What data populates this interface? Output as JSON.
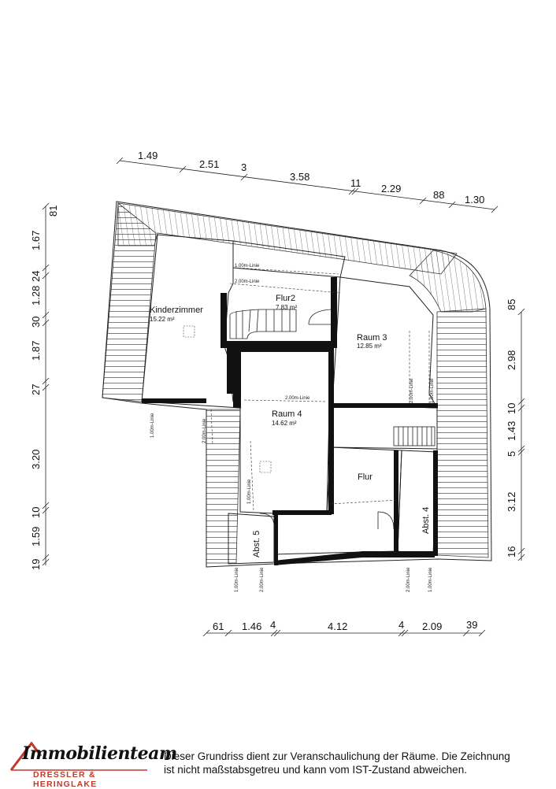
{
  "rooms": {
    "kinderzimmer": {
      "name": "Kinderzimmer",
      "area": "15.22 m²"
    },
    "flur2": {
      "name": "Flur2",
      "area": "7.83 m²"
    },
    "raum3": {
      "name": "Raum 3",
      "area": "12.85 m²"
    },
    "raum4": {
      "name": "Raum 4",
      "area": "14.62 m²"
    },
    "flur": {
      "name": "Flur"
    },
    "abst4": {
      "name": "Abst. 4"
    },
    "abst5": {
      "name": "Abst. 5"
    }
  },
  "height_lines": {
    "one_m": "1.00m-Linie",
    "two_m": "2.00m-Linie"
  },
  "dimensions": {
    "top": [
      "1.49",
      "2.51",
      "3",
      "3.58",
      "11",
      "2.29",
      "88",
      "1.30"
    ],
    "bottom": [
      "61",
      "1.46",
      "4",
      "4.12",
      "4",
      "2.09",
      "39"
    ],
    "left": [
      "81",
      "1.67",
      "24",
      "1.28",
      "30",
      "1.87",
      "27",
      "3.20",
      "10",
      "1.59",
      "19"
    ],
    "right": [
      "85",
      "2.98",
      "10",
      "1.43",
      "5",
      "3.12",
      "16"
    ]
  },
  "footer": {
    "logo_name": "Immobilienteam",
    "logo_sub": "DRESSLER & HERINGLAKE",
    "disclaimer_line1": "Dieser Grundriss dient zur Veranschaulichung der Räume. Die Zeichnung",
    "disclaimer_line2": "ist nicht maßstabsgetreu und kann vom IST-Zustand abweichen."
  },
  "colors": {
    "ink": "#111111",
    "brand_red": "#c0392b"
  }
}
